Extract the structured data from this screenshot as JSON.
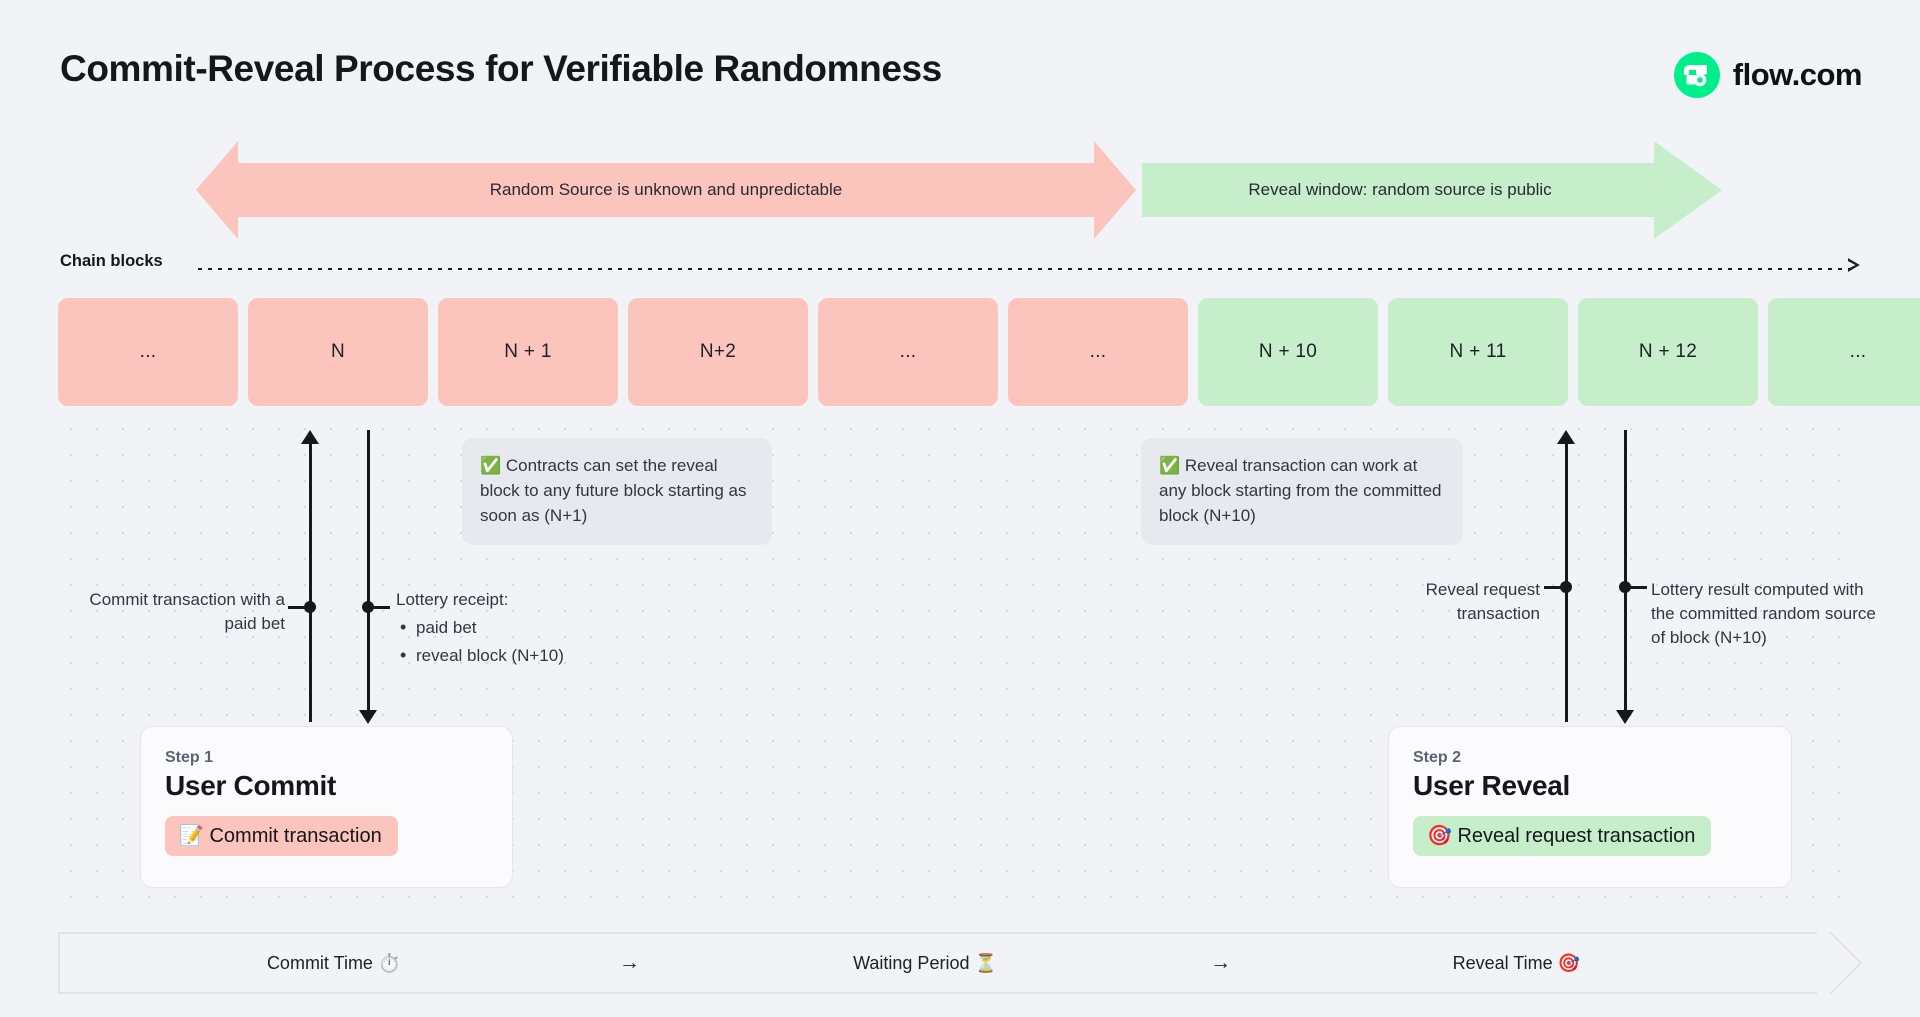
{
  "header": {
    "title": "Commit-Reveal Process for Verifiable Randomness",
    "logo_text": "flow.com",
    "logo_icon": "flow-logo-icon",
    "logo_color": "#00ef8b"
  },
  "banners": {
    "unknown": {
      "label": "Random Source is unknown and unpredictable",
      "color": "#fbc4bd",
      "direction": "double"
    },
    "reveal": {
      "label": "Reveal window: random source is public",
      "color": "#c6eecb",
      "direction": "right"
    }
  },
  "chain": {
    "label": "Chain blocks",
    "blocks": [
      {
        "label": "...",
        "state": "pink"
      },
      {
        "label": "N",
        "state": "pink"
      },
      {
        "label": "N + 1",
        "state": "pink"
      },
      {
        "label": "N+2",
        "state": "pink"
      },
      {
        "label": "...",
        "state": "pink"
      },
      {
        "label": "...",
        "state": "pink"
      },
      {
        "label": "N + 10",
        "state": "green"
      },
      {
        "label": "N + 11",
        "state": "green"
      },
      {
        "label": "N + 12",
        "state": "green"
      },
      {
        "label": "...",
        "state": "green"
      }
    ]
  },
  "callouts": {
    "commit": {
      "icon": "✅",
      "text": "Contracts can set the reveal block to any future block starting as soon as (N+1)"
    },
    "reveal": {
      "icon": "✅",
      "text": "Reveal transaction can work at any block starting from the committed block (N+10)"
    }
  },
  "annotations": {
    "commit_tx": "Commit transaction with a paid bet",
    "receipt": {
      "title": "Lottery receipt:",
      "items": [
        "paid bet",
        "reveal block (N+10)"
      ]
    },
    "reveal_request": "Reveal request transaction",
    "lottery_result": "Lottery result computed with the committed random source of block (N+10)"
  },
  "steps": [
    {
      "step_label": "Step 1",
      "title": "User Commit",
      "pill_icon": "📝",
      "pill_label": "Commit transaction",
      "pill_color": "#fbc4bd"
    },
    {
      "step_label": "Step 2",
      "title": "User Reveal",
      "pill_icon": "🎯",
      "pill_label": "Reveal request transaction",
      "pill_color": "#c6eecb"
    }
  ],
  "timeline": {
    "phases": [
      {
        "label": "Commit Time",
        "icon": "⏱️"
      },
      {
        "label": "Waiting Period",
        "icon": "⏳"
      },
      {
        "label": "Reveal Time",
        "icon": "🎯"
      }
    ],
    "separator": "→"
  }
}
